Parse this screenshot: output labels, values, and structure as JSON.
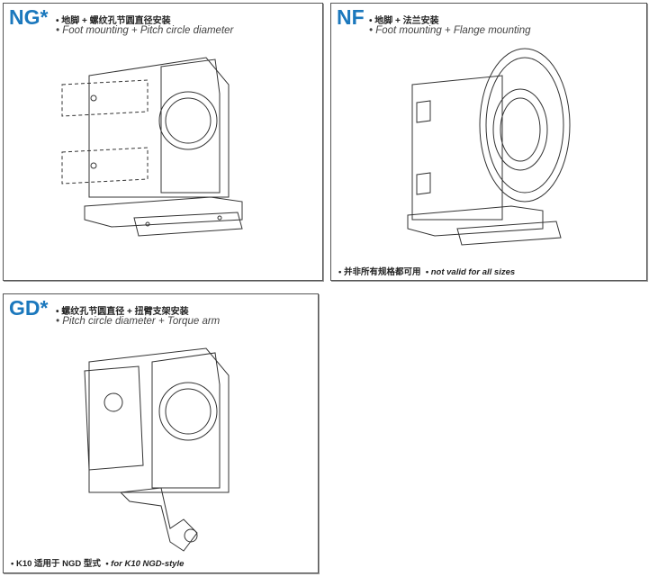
{
  "panels": {
    "ng": {
      "code": "NG*",
      "line_cn": "• 地脚 + 螺纹孔节圆直径安装",
      "line_en": "• Foot mounting + Pitch circle diameter"
    },
    "nf": {
      "code": "NF",
      "line_cn": "• 地脚 + 法兰安装",
      "line_en": "• Foot mounting + Flange mounting",
      "note_cn": "• 并非所有规格都可用",
      "note_en": "• not valid for all sizes"
    },
    "gd": {
      "code": "GD*",
      "line_cn": "• 螺纹孔节圆直径 + 扭臂支架安装",
      "line_en": "• Pitch circle diameter + Torque arm",
      "note_cn": "• K10 适用于 NGD 型式",
      "note_en": "• for K10 NGD-style"
    }
  },
  "colors": {
    "accent": "#1b78bd"
  }
}
